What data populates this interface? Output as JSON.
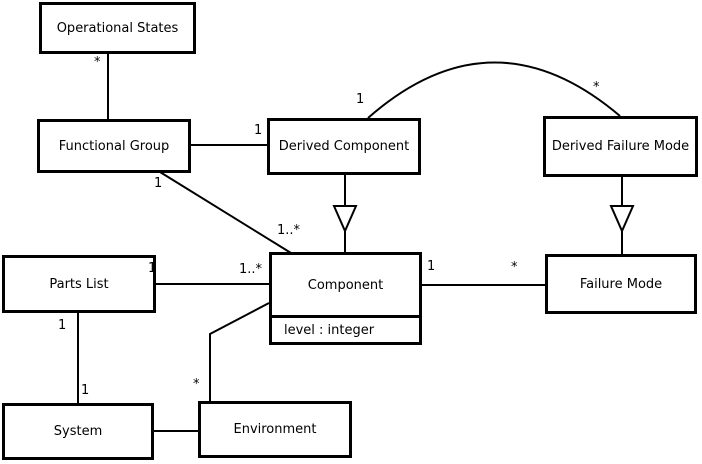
{
  "diagram": {
    "kind": "uml-class-diagram",
    "background_color": "#ffffff",
    "stroke_color": "#000000",
    "text_color": "#000000",
    "classes": [
      {
        "name": "Operational States"
      },
      {
        "name": "Functional Group"
      },
      {
        "name": "Derived Component"
      },
      {
        "name": "Derived Failure Mode"
      },
      {
        "name": "Parts List"
      },
      {
        "name": "Component",
        "attributes": [
          "level : integer"
        ]
      },
      {
        "name": "Failure Mode"
      },
      {
        "name": "System"
      },
      {
        "name": "Environment"
      }
    ],
    "relationships": [
      {
        "from": "Operational States",
        "to": "Functional Group",
        "type": "association",
        "from_end_label": "*"
      },
      {
        "from": "Functional Group",
        "to": "Derived Component",
        "type": "association",
        "to_end_label": "1"
      },
      {
        "from": "Derived Component",
        "to": "Derived Failure Mode",
        "type": "association",
        "route": "arc",
        "from_end_label": "1",
        "to_end_label": "*"
      },
      {
        "from": "Derived Component",
        "to": "Component",
        "type": "generalization"
      },
      {
        "from": "Derived Failure Mode",
        "to": "Failure Mode",
        "type": "generalization"
      },
      {
        "from": "Functional Group",
        "to": "Component",
        "type": "association",
        "from_end_label": "1",
        "to_end_label": "1..*"
      },
      {
        "from": "Parts List",
        "to": "Component",
        "type": "association",
        "from_end_label": "1",
        "to_end_label": "1..*"
      },
      {
        "from": "Component",
        "to": "Failure Mode",
        "type": "association",
        "from_end_label": "1",
        "to_end_label": "*"
      },
      {
        "from": "Parts List",
        "to": "System",
        "type": "association",
        "from_end_label": "1",
        "to_end_label": "1"
      },
      {
        "from": "System",
        "to": "Environment",
        "type": "association"
      },
      {
        "from": "Environment",
        "to": "Component",
        "type": "association",
        "route": "bent",
        "from_end_label": "*"
      }
    ]
  }
}
